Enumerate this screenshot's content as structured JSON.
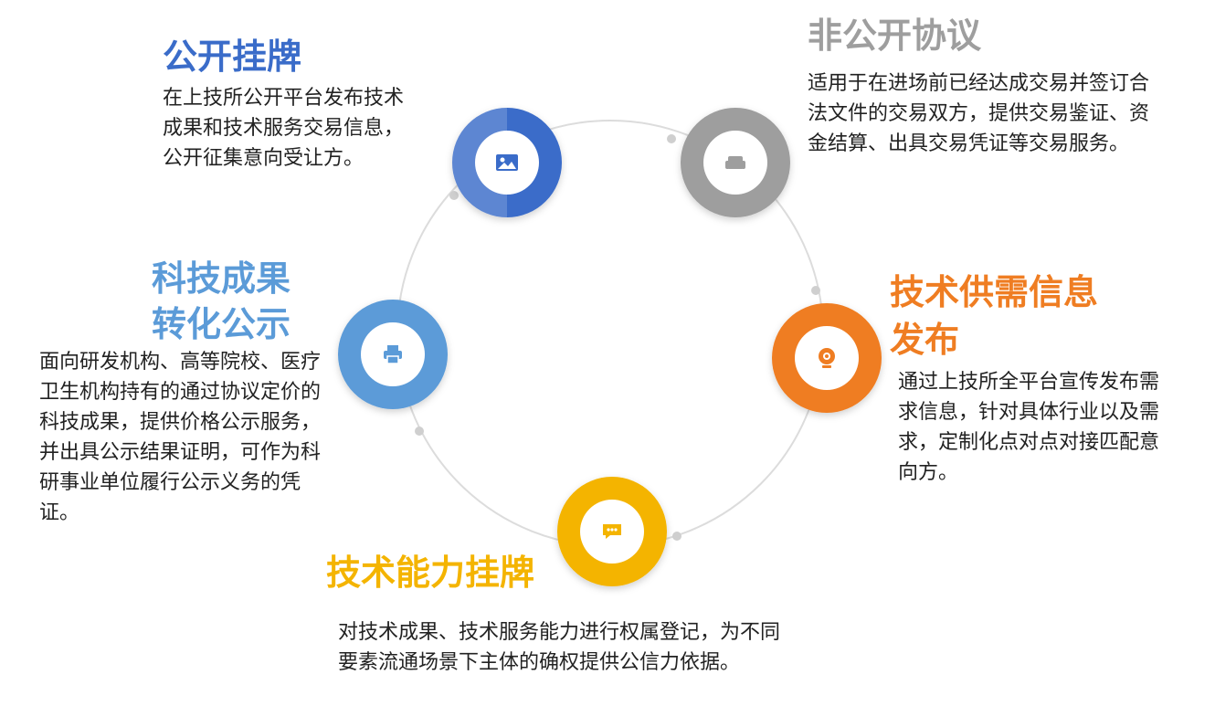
{
  "nodes": {
    "gongkai": {
      "title": "公开挂牌",
      "description": "在上技所公开平台发布技术成果和技术服务交易信息，公开征集意向受让方。",
      "color": "#3a6cc9",
      "icon": "image-icon"
    },
    "feigongkai": {
      "title": "非公开协议",
      "description": "适用于在进场前已经达成交易并签订合法文件的交易双方，提供交易鉴证、资金结算、出具交易凭证等交易服务。",
      "color": "#9e9e9e",
      "icon": "sofa-icon"
    },
    "gongxu": {
      "title": "技术供需信息发布",
      "description": "通过上技所全平台宣传发布需求信息，针对具体行业以及需求，定制化点对点对接匹配意向方。",
      "color": "#ef7d22",
      "icon": "webcam-icon"
    },
    "nengli": {
      "title": "技术能力挂牌",
      "description": "对技术成果、技术服务能力进行权属登记，为不同要素流通场景下主体的确权提供公信力依据。",
      "color": "#f4b400",
      "icon": "chat-icon"
    },
    "gongshi": {
      "title": "科技成果转化公示",
      "description": "面向研发机构、高等院校、医疗卫生机构持有的通过协议定价的科技成果，提供价格公示服务，并出具公示结果证明，可作为科研事业单位履行公示义务的凭证。",
      "color": "#5b9bd8",
      "icon": "printer-icon"
    }
  }
}
